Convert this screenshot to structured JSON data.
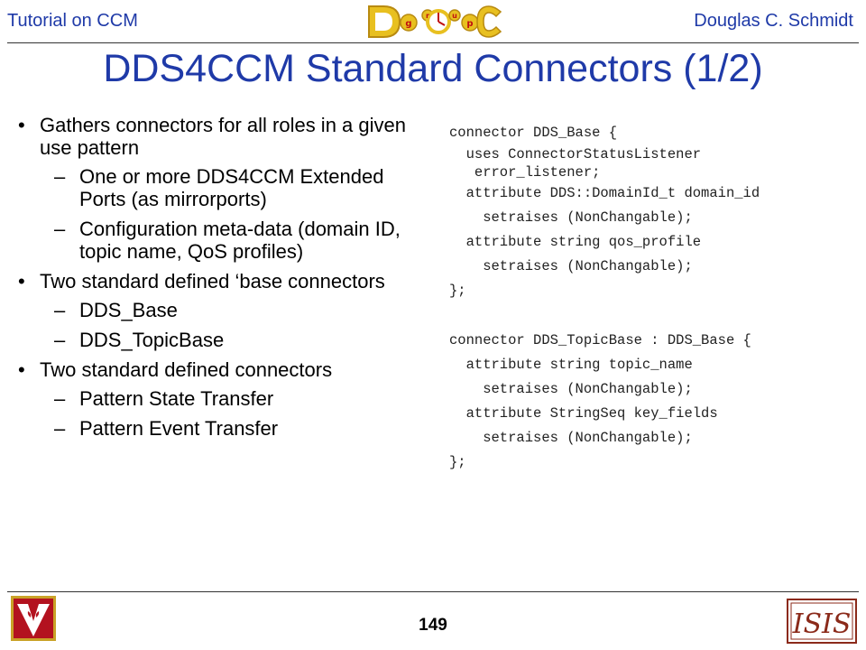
{
  "header": {
    "left": "Tutorial on CCM",
    "right": "Douglas C. Schmidt",
    "logo_letters": [
      "D",
      "g",
      "r",
      "u",
      "p",
      "C"
    ]
  },
  "slide": {
    "title": "DDS4CCM Standard Connectors (1/2)",
    "bullets": [
      {
        "text": "Gathers connectors for all roles in a given use pattern",
        "subs": [
          "One or more DDS4CCM Extended Ports (as mirrorports)",
          "Configuration meta-data (domain ID, topic name, QoS profiles)"
        ]
      },
      {
        "text": "Two standard defined ‘base connectors",
        "subs": [
          "DDS_Base",
          "DDS_TopicBase"
        ]
      },
      {
        "text": "Two standard defined connectors",
        "subs": [
          "Pattern State Transfer",
          "Pattern Event Transfer"
        ]
      }
    ],
    "bullet_mark": "•",
    "sub_mark": "–",
    "code_blocks": [
      [
        "connector DDS_Base {",
        "  uses ConnectorStatusListener",
        "   error_listener;",
        "  attribute DDS::DomainId_t domain_id",
        "    setraises (NonChangable);",
        "  attribute string qos_profile",
        "    setraises (NonChangable);",
        "};"
      ],
      [
        "connector DDS_TopicBase : DDS_Base {",
        "  attribute string topic_name",
        "    setraises (NonChangable);",
        "  attribute StringSeq key_fields",
        "    setraises (NonChangable);",
        "};"
      ]
    ]
  },
  "footer": {
    "page_number": "149",
    "right_logo_text": "ISIS"
  },
  "colors": {
    "accent": "#1f3aa8",
    "text": "#000000",
    "code": "#222222",
    "vu_gold": "#c9a227",
    "vu_red": "#b3121f",
    "isis_brown": "#8b2a1a"
  }
}
